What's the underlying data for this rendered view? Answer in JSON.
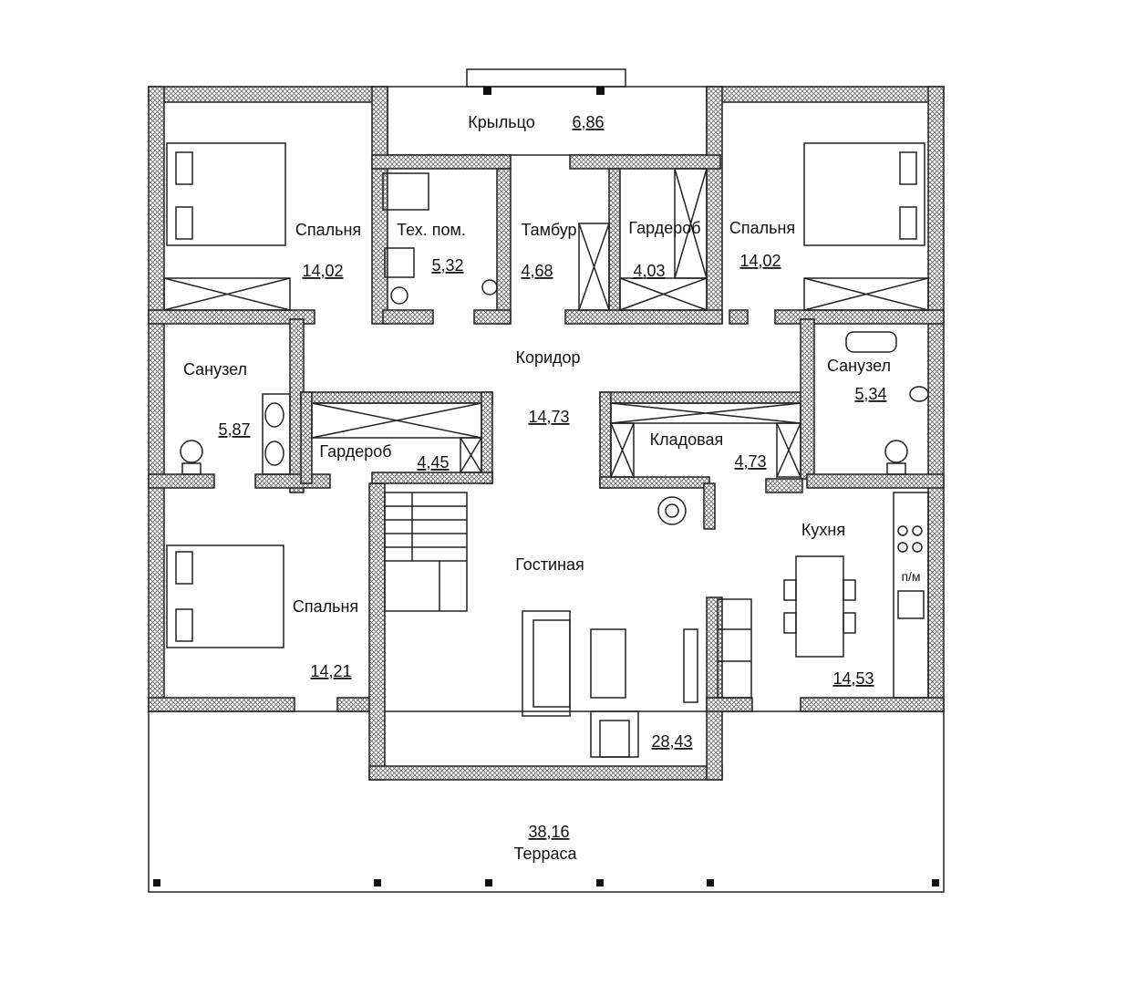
{
  "plan": {
    "rooms": [
      {
        "id": "porch",
        "name": "Крыльцо",
        "area": "6,86"
      },
      {
        "id": "bedroom-nw",
        "name": "Спальня",
        "area": "14,02"
      },
      {
        "id": "tech",
        "name": "Тех. пом.",
        "area": "5,32"
      },
      {
        "id": "vestibule",
        "name": "Тамбур",
        "area": "4,68"
      },
      {
        "id": "wardrobe-n",
        "name": "Гардероб",
        "area": "4,03"
      },
      {
        "id": "bedroom-ne",
        "name": "Спальня",
        "area": "14,02"
      },
      {
        "id": "corridor",
        "name": "Коридор",
        "area": "14,73"
      },
      {
        "id": "bath-w",
        "name": "Санузел",
        "area": "5,87"
      },
      {
        "id": "bath-e",
        "name": "Санузел",
        "area": "5,34"
      },
      {
        "id": "wardrobe-w",
        "name": "Гардероб",
        "area": "4,45"
      },
      {
        "id": "pantry",
        "name": "Кладовая",
        "area": "4,73"
      },
      {
        "id": "kitchen",
        "name": "Кухня",
        "area": "14,53"
      },
      {
        "id": "living",
        "name": "Гостиная",
        "area": "28,43"
      },
      {
        "id": "bedroom-sw",
        "name": "Спальня",
        "area": "14,21"
      },
      {
        "id": "terrace",
        "name": "Терраса",
        "area": "38,16"
      }
    ],
    "dishwasher_label": "п/м"
  }
}
